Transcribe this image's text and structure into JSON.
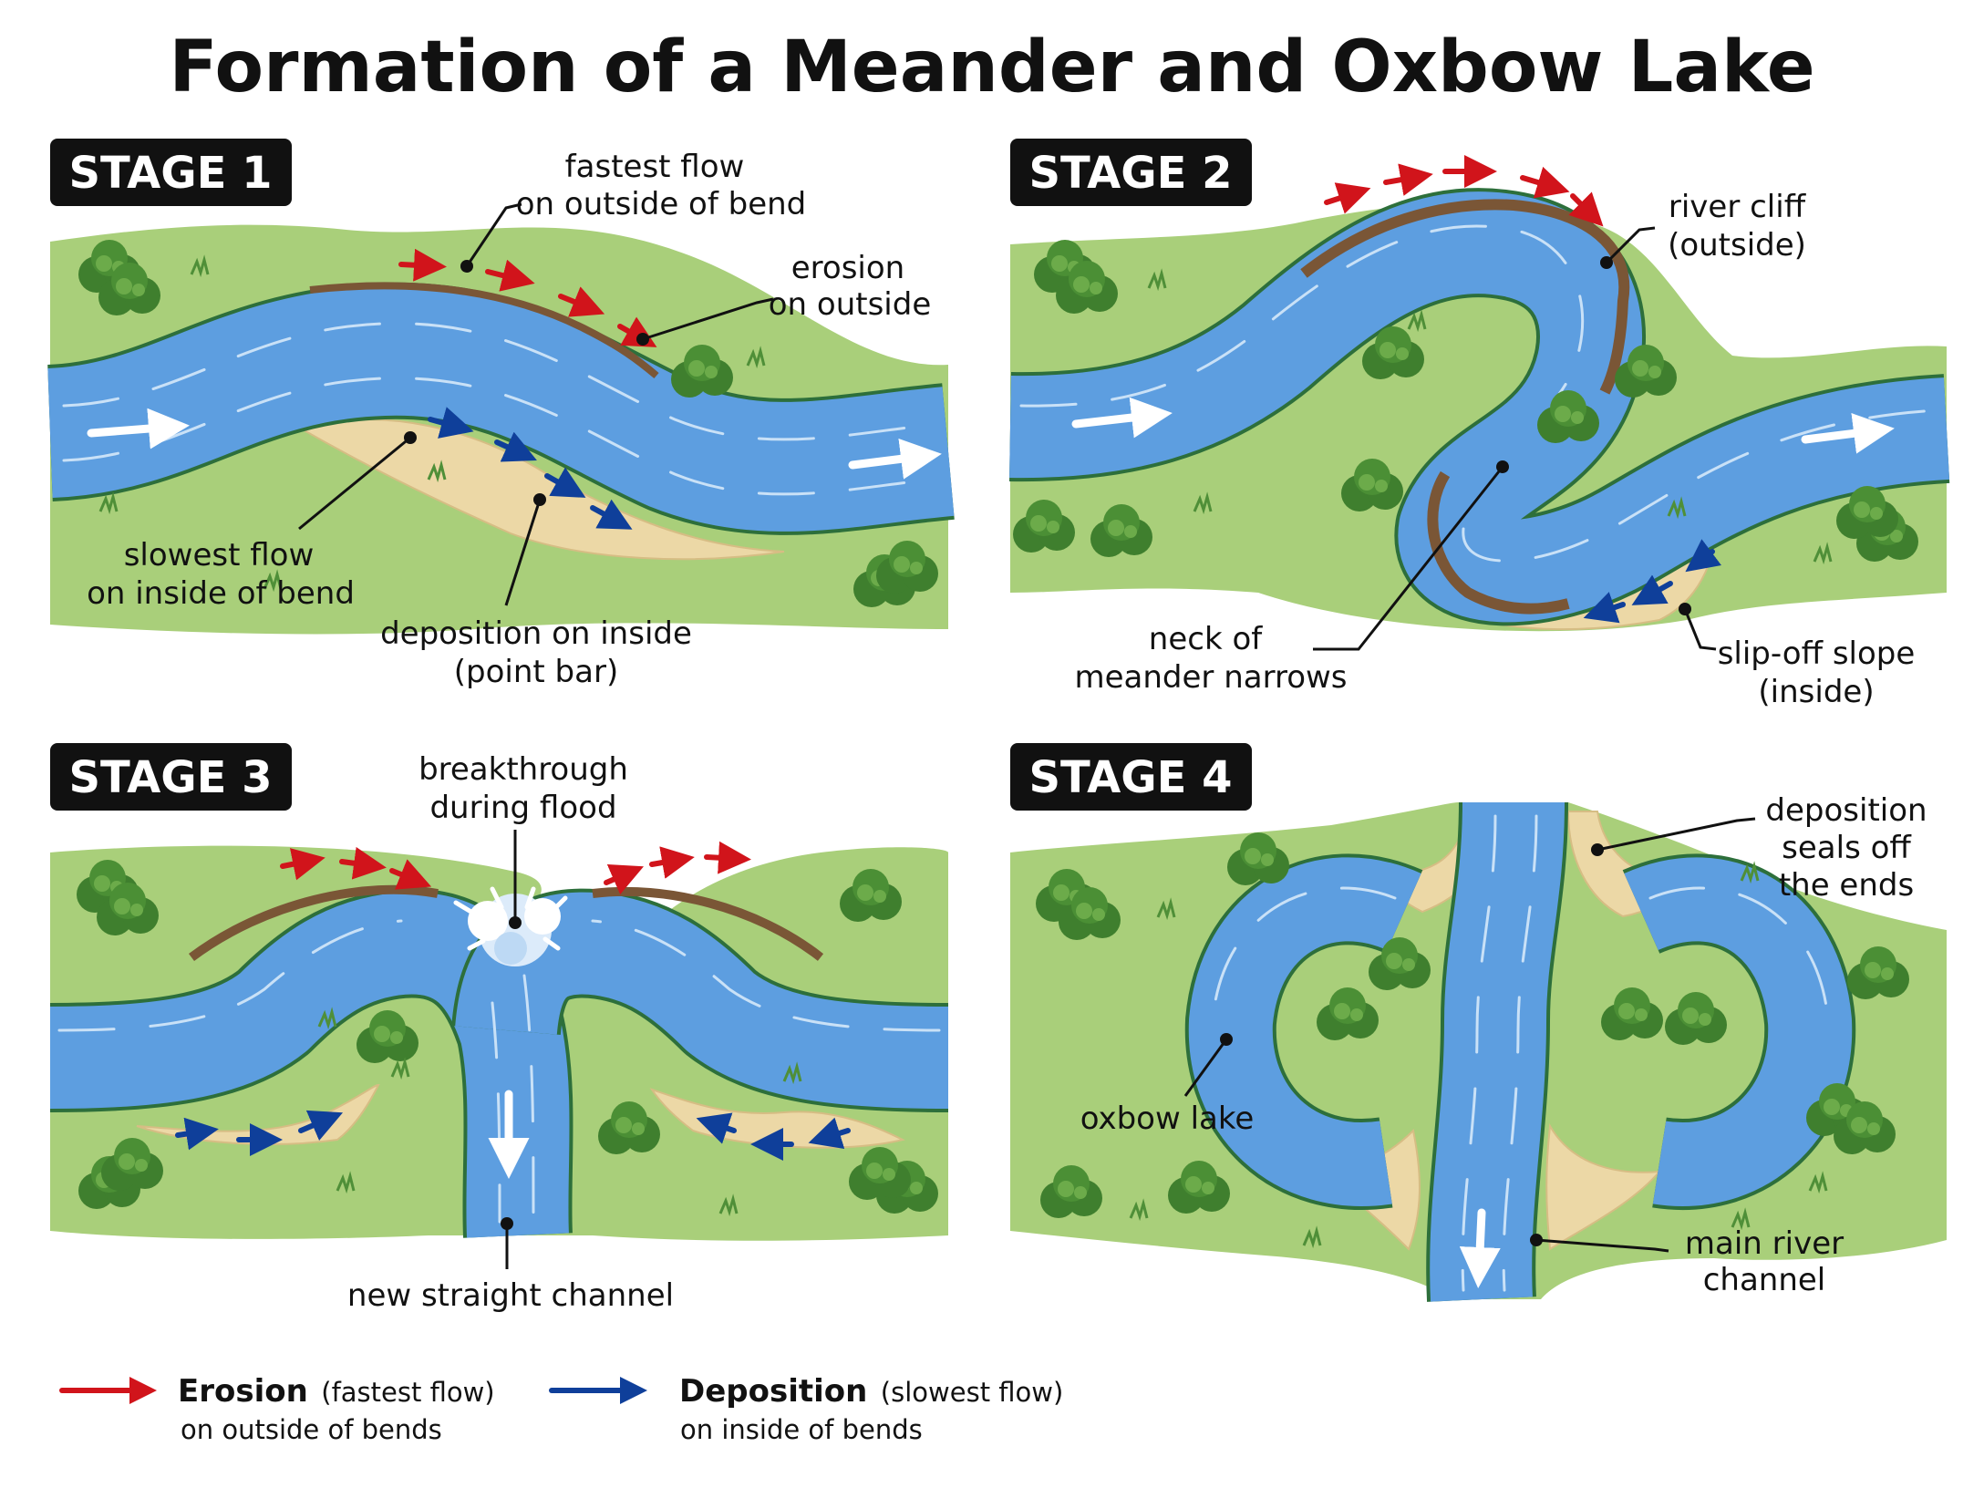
{
  "title": "Formation of a Meander and Oxbow Lake",
  "stages": [
    {
      "badge": "STAGE 1",
      "labels": {
        "fastest_flow": [
          "fastest flow",
          "on outside of bend"
        ],
        "erosion": [
          "erosion",
          "on outside"
        ],
        "slowest_flow": [
          "slowest flow",
          "on inside of bend"
        ],
        "deposition": [
          "deposition on inside",
          "(point bar)"
        ]
      }
    },
    {
      "badge": "STAGE 2",
      "labels": {
        "river_cliff": [
          "river cliff",
          "(outside)"
        ],
        "neck": [
          "neck of",
          "meander narrows"
        ],
        "slip_off": [
          "slip-off slope",
          "(inside)"
        ]
      }
    },
    {
      "badge": "STAGE 3",
      "labels": {
        "breakthrough": [
          "breakthrough",
          "during flood"
        ],
        "new_channel": [
          "new straight channel"
        ]
      }
    },
    {
      "badge": "STAGE 4",
      "labels": {
        "seals": [
          "deposition",
          "seals off",
          "the ends"
        ],
        "oxbow": [
          "oxbow lake"
        ],
        "main_river": [
          "main river",
          "channel"
        ]
      }
    }
  ],
  "legend": {
    "erosion": {
      "term": "Erosion",
      "detail": "(fastest flow)",
      "line2": "on outside of bends",
      "color": "#d1141b"
    },
    "deposition": {
      "term": "Deposition",
      "detail": "(slowest flow)",
      "line2": "on inside of bends",
      "color": "#0f3f9a"
    }
  },
  "colors": {
    "land": "#a9cf7a",
    "water": "#5d9ee0",
    "sand": "#ecd8a6",
    "cliff": "#7a5636",
    "erosion_arrow": "#d1141b",
    "deposition_arrow": "#0f3f9a"
  }
}
